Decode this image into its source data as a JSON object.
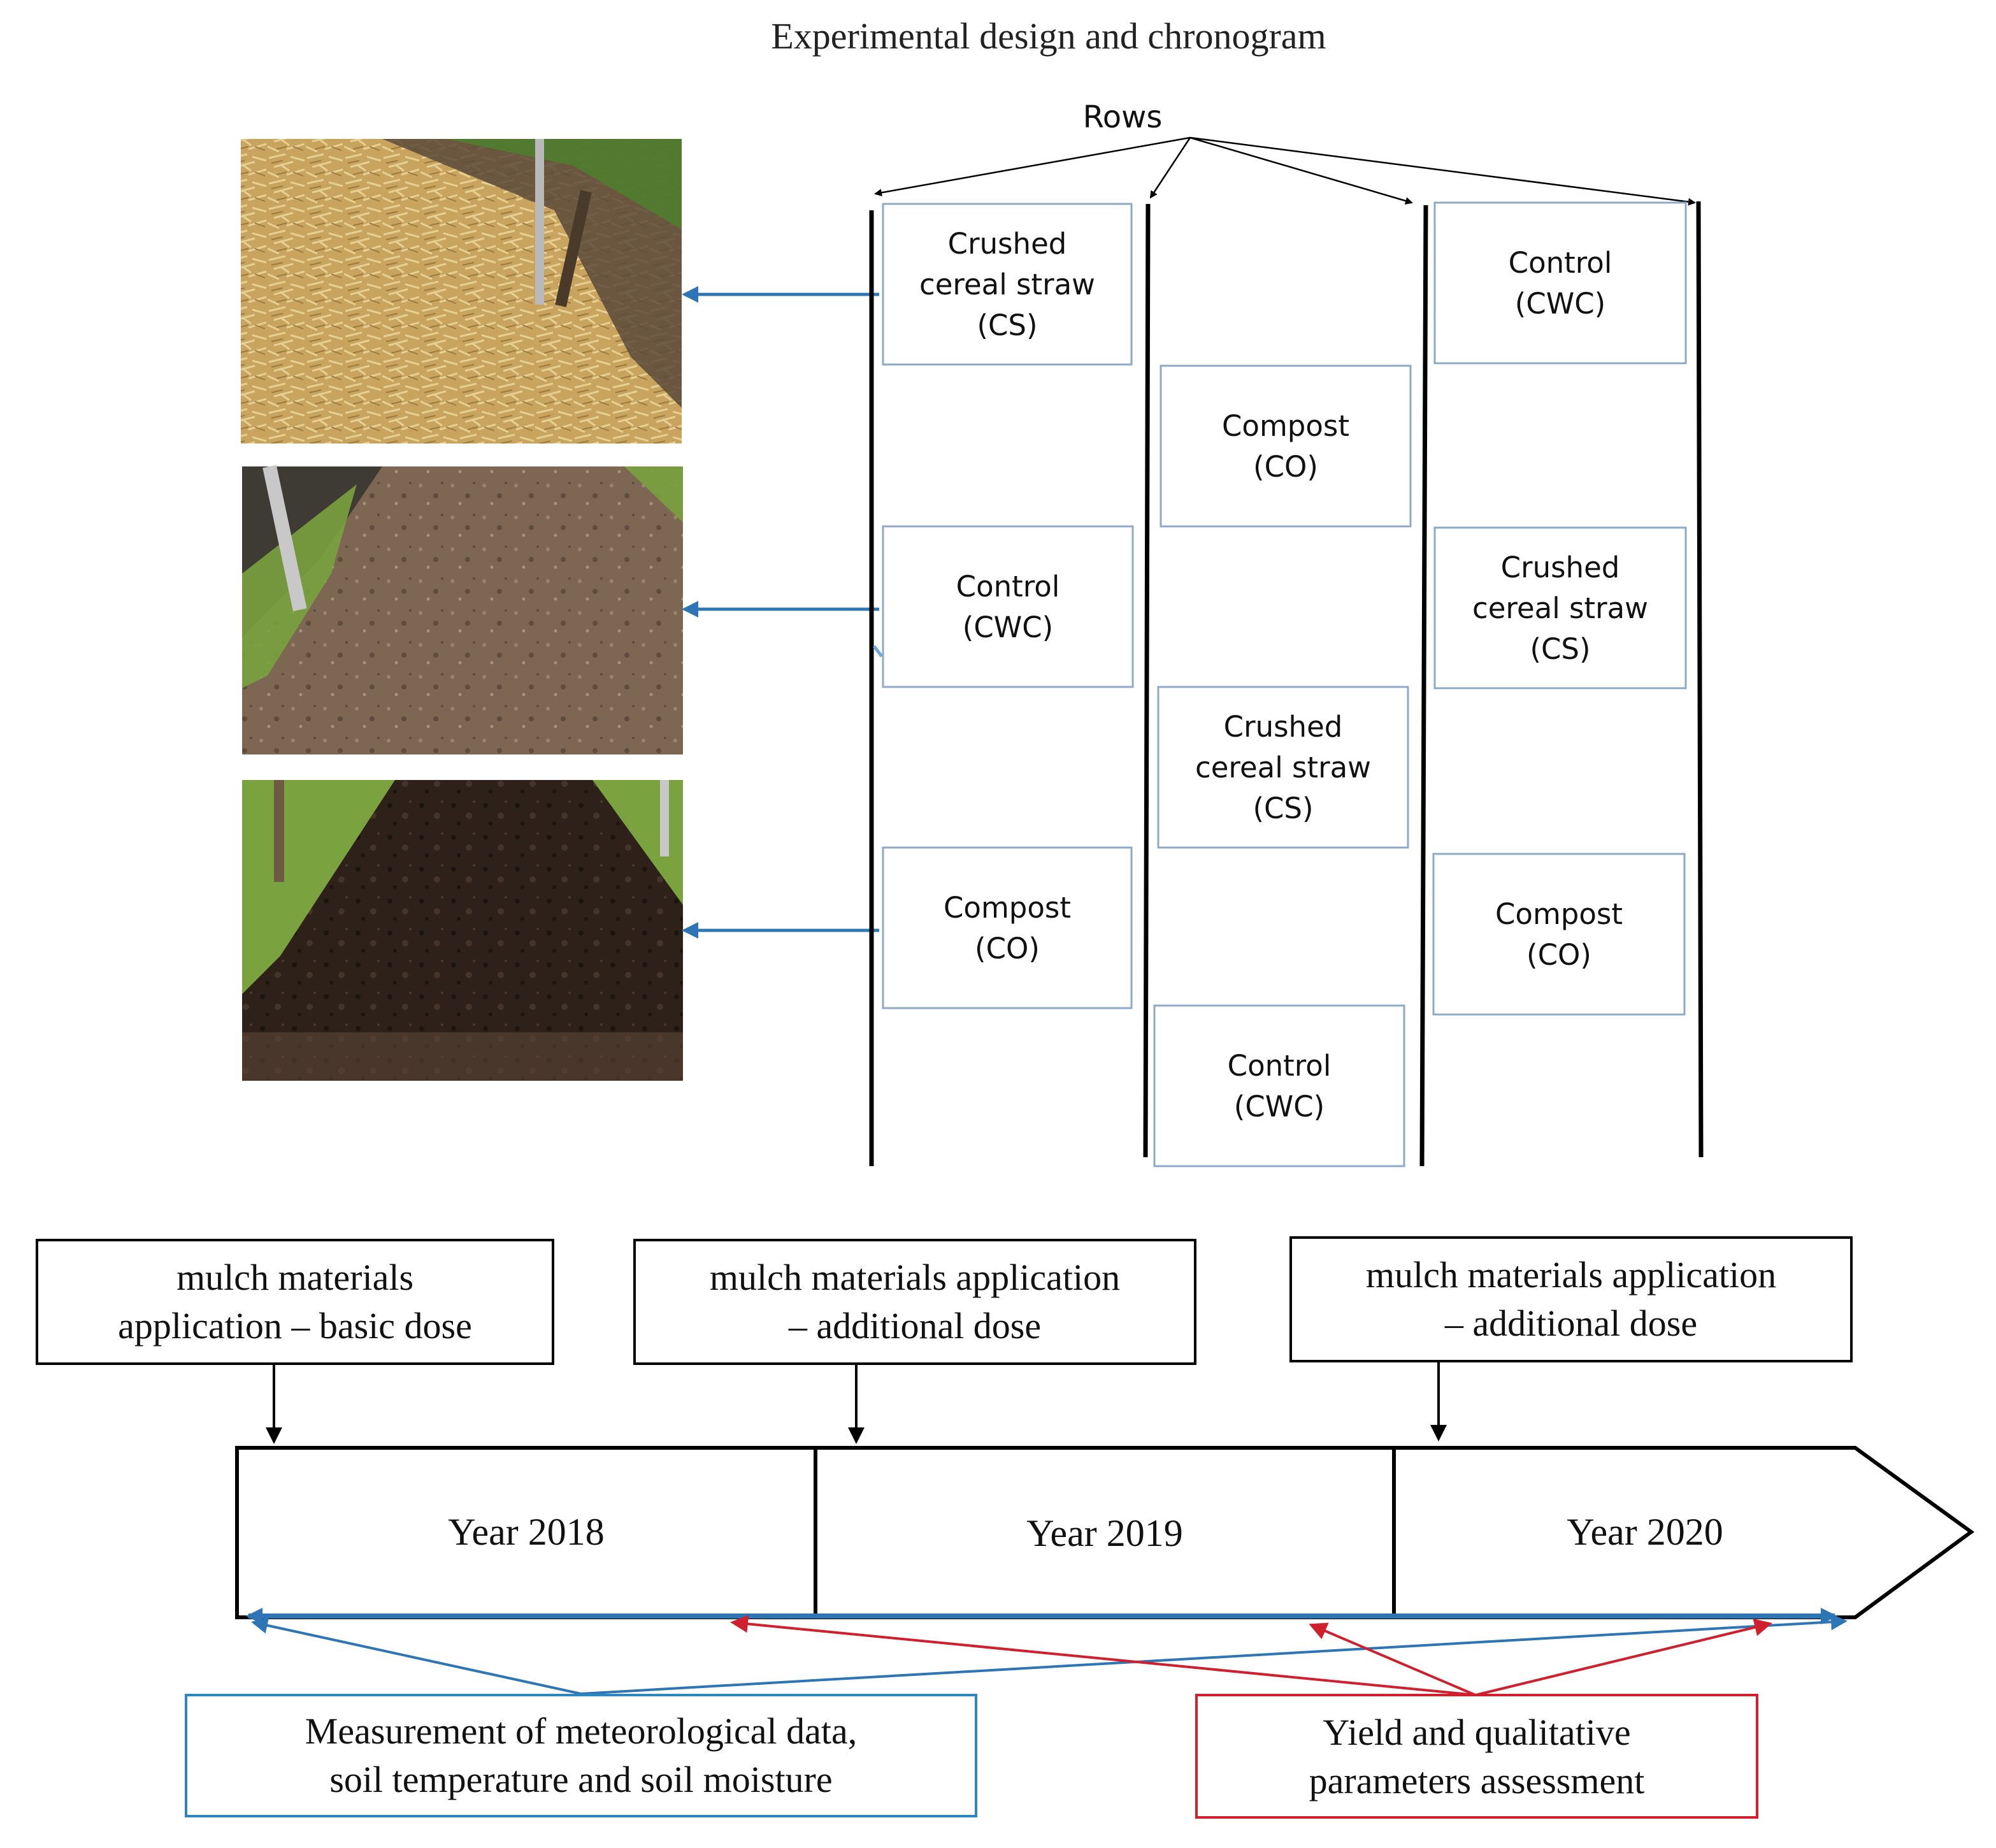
{
  "title": "Experimental design and chronogram",
  "rows_label": "Rows",
  "photos": [
    {
      "name": "photo-crushed-cereal-straw",
      "subject": "crushed cereal straw mulch between vine rows"
    },
    {
      "name": "photo-control",
      "subject": "bare cultivated soil between vine rows"
    },
    {
      "name": "photo-compost",
      "subject": "dark compost mulch between vine rows"
    }
  ],
  "plots": {
    "row1": [
      {
        "lines": [
          "Crushed",
          "cereal straw",
          "(CS)"
        ]
      },
      {
        "lines": [
          "Control",
          "(CWC)"
        ]
      },
      {
        "lines": [
          "Compost",
          "(CO)"
        ]
      }
    ],
    "row2": [
      {
        "lines": [
          "Compost",
          "(CO)"
        ]
      },
      {
        "lines": [
          "Crushed",
          "cereal straw",
          "(CS)"
        ]
      },
      {
        "lines": [
          "Control",
          "(CWC)"
        ]
      }
    ],
    "row3": [
      {
        "lines": [
          "Control",
          "(CWC)"
        ]
      },
      {
        "lines": [
          "Crushed",
          "cereal straw",
          "(CS)"
        ]
      },
      {
        "lines": [
          "Compost",
          "(CO)"
        ]
      }
    ]
  },
  "applications": [
    {
      "lines": [
        "mulch materials",
        "application – basic dose"
      ]
    },
    {
      "lines": [
        "mulch materials application",
        "– additional dose"
      ]
    },
    {
      "lines": [
        "mulch materials application",
        "– additional dose"
      ]
    }
  ],
  "years": [
    "Year 2018",
    "Year 2019",
    "Year 2020"
  ],
  "measurement": {
    "lines": [
      "Measurement of meteorological data,",
      "soil temperature and soil moisture"
    ]
  },
  "yield": {
    "lines": [
      "Yield and qualitative",
      "parameters assessment"
    ]
  },
  "colors": {
    "blue_arrow": "#2e75b6",
    "red_arrow": "#d0202e",
    "plot_border": "#8ea9c8",
    "measurement_border": "#2e86c1",
    "yield_border": "#d0202e",
    "straw": "#c9a45e",
    "soil": "#7a6450",
    "compost": "#2e2119",
    "grass": "#7aa23e"
  }
}
